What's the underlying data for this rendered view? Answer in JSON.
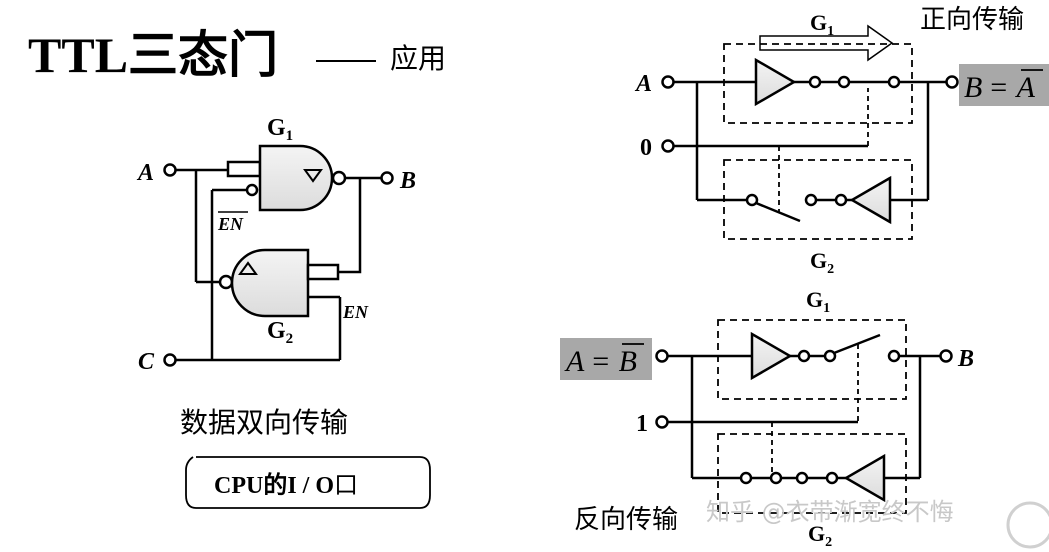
{
  "title": {
    "main": "TTL三态门",
    "dash": "——",
    "sub": "应用"
  },
  "left_circuit": {
    "input_a": "A",
    "output_b": "B",
    "control_c": "C",
    "gate1": "G",
    "gate1_sub": "1",
    "gate2": "G",
    "gate2_sub": "2",
    "en_bar": "EN",
    "en": "EN"
  },
  "bidir_label": "数据双向传输",
  "cpu_box": {
    "prefix": "CPU的",
    "io": "I / O",
    "suffix": "口"
  },
  "top_right": {
    "heading": "正向传输",
    "gate1": "G",
    "gate1_sub": "1",
    "gate2": "G",
    "gate2_sub": "2",
    "input_a": "A",
    "control": "0",
    "result_lhs": "B",
    "result_eq": "=",
    "result_rhs": "A"
  },
  "bottom_right": {
    "heading": "反向传输",
    "gate1": "G",
    "gate1_sub": "1",
    "gate2": "G",
    "gate2_sub": "2",
    "output_b": "B",
    "control": "1",
    "result_lhs": "A",
    "result_eq": "=",
    "result_rhs": "B"
  },
  "watermark": "知乎 @衣带渐宽终不悔",
  "colors": {
    "highlight": "#a8a8a8",
    "line": "#000000",
    "gate_fill": "#e8e8e8",
    "watermark": "#c8c8c8"
  }
}
